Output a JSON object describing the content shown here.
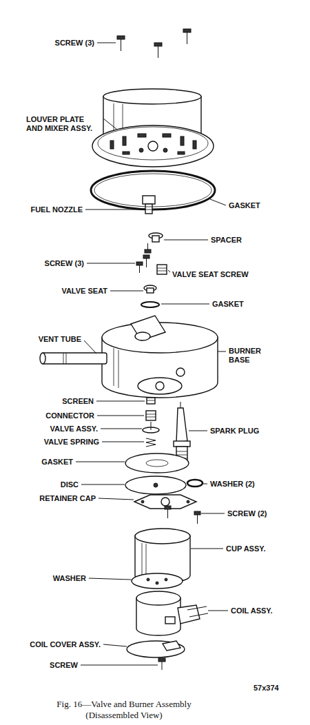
{
  "diagram": {
    "caption": "Fig. 16—Valve and Burner Assembly (Disassembled View)",
    "labels": [
      "SCREW (3)",
      "LOUVER PLATE AND MIXER ASSY.",
      "FUEL NOZZLE",
      "GASKET",
      "SPACER",
      "SCREW (3)",
      "VALVE SEAT SCREW",
      "VALVE SEAT",
      "GASKET",
      "VENT TUBE",
      "BURNER BASE",
      "SCREEN",
      "CONNECTOR",
      "VALVE ASSY.",
      "SPARK PLUG",
      "VALVE SPRING",
      "GASKET",
      "DISC",
      "WASHER (2)",
      "RETAINER CAP",
      "SCREW (2)",
      "CUP ASSY.",
      "WASHER",
      "COIL ASSY.",
      "COIL COVER ASSY.",
      "SCREW",
      "57x374"
    ]
  }
}
